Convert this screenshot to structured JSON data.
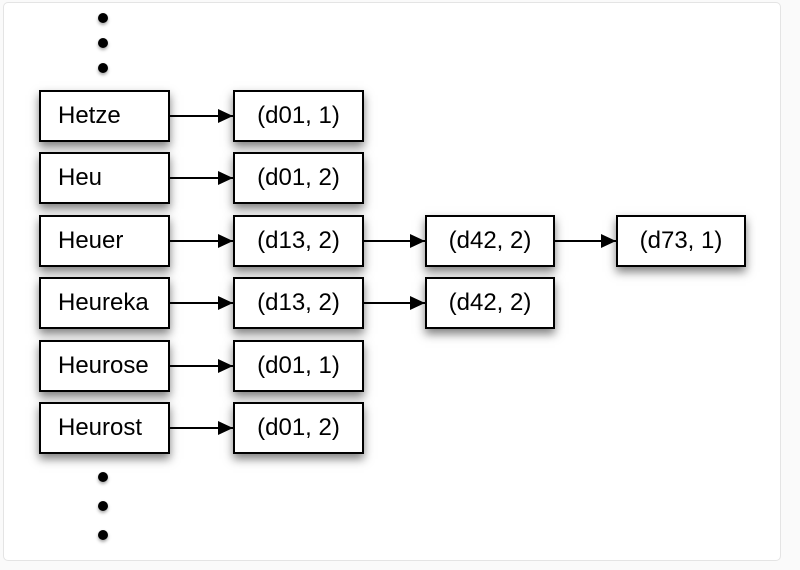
{
  "page": {
    "background": "#fafafa",
    "canvas_fill": "#ffffff",
    "canvas_border": "#e4e4e4"
  },
  "diagram": {
    "name": "inverted-index-posting-lists",
    "colors": {
      "box_fill": "#ffffff",
      "box_border": "#000000",
      "text": "#000000",
      "arrow": "#000000",
      "shadow": "rgba(0,0,0,0.5)"
    },
    "ellipsis": {
      "top_dots": 3,
      "bottom_dots": 3
    },
    "rows": [
      {
        "term": "Hetze",
        "postings": [
          "(d01, 1)"
        ]
      },
      {
        "term": "Heu",
        "postings": [
          "(d01, 2)"
        ]
      },
      {
        "term": "Heuer",
        "postings": [
          "(d13, 2)",
          "(d42, 2)",
          "(d73, 1)"
        ]
      },
      {
        "term": "Heureka",
        "postings": [
          "(d13, 2)",
          "(d42, 2)"
        ]
      },
      {
        "term": "Heurose",
        "postings": [
          "(d01, 1)"
        ]
      },
      {
        "term": "Heurost",
        "postings": [
          "(d01, 2)"
        ]
      }
    ]
  }
}
